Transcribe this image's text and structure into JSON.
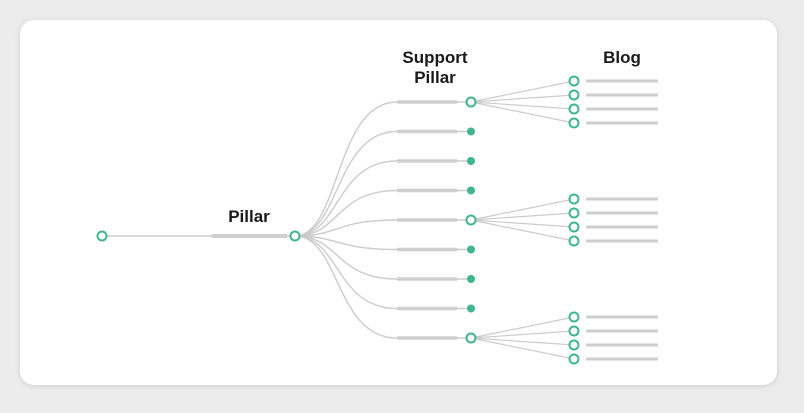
{
  "labels": {
    "pillar": "Pillar",
    "support_pillar": [
      "Support",
      "Pillar"
    ],
    "blog": "Blog"
  },
  "colors": {
    "node": "#3fb68b",
    "line": "#cccccc",
    "bar": "#cfcfcf",
    "text": "#1a1a1a"
  },
  "tree": {
    "support_nodes": [
      {
        "type": "hollow",
        "blog_count": 4
      },
      {
        "type": "filled",
        "blog_count": 0
      },
      {
        "type": "filled",
        "blog_count": 0
      },
      {
        "type": "filled",
        "blog_count": 0
      },
      {
        "type": "hollow",
        "blog_count": 4
      },
      {
        "type": "filled",
        "blog_count": 0
      },
      {
        "type": "filled",
        "blog_count": 0
      },
      {
        "type": "filled",
        "blog_count": 0
      },
      {
        "type": "hollow",
        "blog_count": 4
      }
    ]
  }
}
